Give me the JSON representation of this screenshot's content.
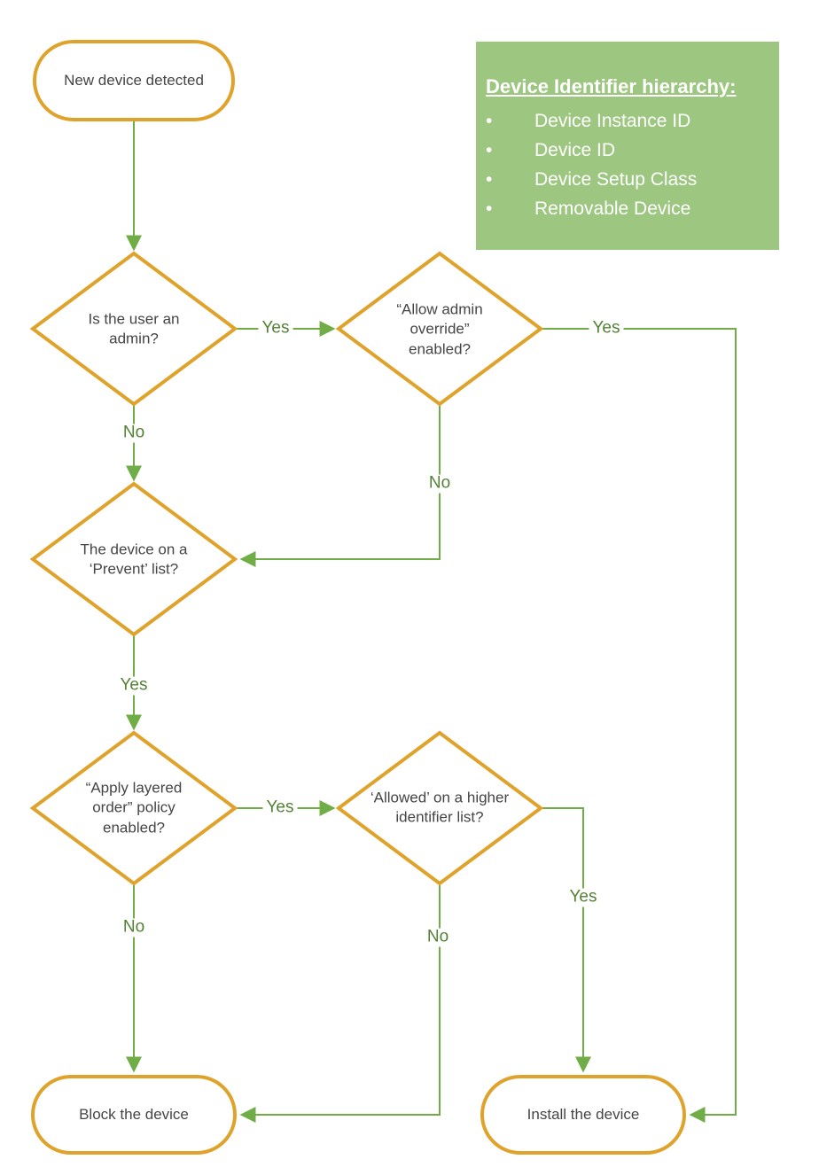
{
  "palette": {
    "node_border_gold": "#DFA32B",
    "connector_green": "#70AD47",
    "edge_label_green": "#538135",
    "node_text": "#454545",
    "legend_background": "#9DC780",
    "legend_text": "#FFFFFF",
    "background": "#FFFFFF"
  },
  "legend": {
    "title": "Device Identifier hierarchy:",
    "bullet_glyph": "•",
    "items": [
      "Device Instance ID",
      "Device ID",
      "Device Setup Class",
      "Removable Device"
    ]
  },
  "nodes": {
    "start": {
      "type": "terminator",
      "label": "New device detected"
    },
    "decision_admin": {
      "type": "decision",
      "label": "Is the user an admin?"
    },
    "decision_override": {
      "type": "decision",
      "label": "“Allow admin override” enabled?"
    },
    "decision_prevent": {
      "type": "decision",
      "label": "The device on a ‘Prevent’ list?"
    },
    "decision_layered": {
      "type": "decision",
      "label": "“Apply layered order” policy enabled?"
    },
    "decision_allowed": {
      "type": "decision",
      "label": "‘Allowed’ on a higher identifier list?"
    },
    "block": {
      "type": "terminator",
      "label": "Block the device"
    },
    "install": {
      "type": "terminator",
      "label": "Install the device"
    }
  },
  "edges": {
    "admin_yes": {
      "from": "decision_admin",
      "to": "decision_override",
      "label": "Yes"
    },
    "admin_no": {
      "from": "decision_admin",
      "to": "decision_prevent",
      "label": "No"
    },
    "override_yes": {
      "from": "decision_override",
      "to": "install",
      "label": "Yes"
    },
    "override_no": {
      "from": "decision_override",
      "to": "decision_prevent",
      "label": "No"
    },
    "prevent_yes": {
      "from": "decision_prevent",
      "to": "decision_layered",
      "label": "Yes"
    },
    "layered_yes": {
      "from": "decision_layered",
      "to": "decision_allowed",
      "label": "Yes"
    },
    "layered_no": {
      "from": "decision_layered",
      "to": "block",
      "label": "No"
    },
    "allowed_yes": {
      "from": "decision_allowed",
      "to": "install",
      "label": "Yes"
    },
    "allowed_no": {
      "from": "decision_allowed",
      "to": "block",
      "label": "No"
    }
  }
}
